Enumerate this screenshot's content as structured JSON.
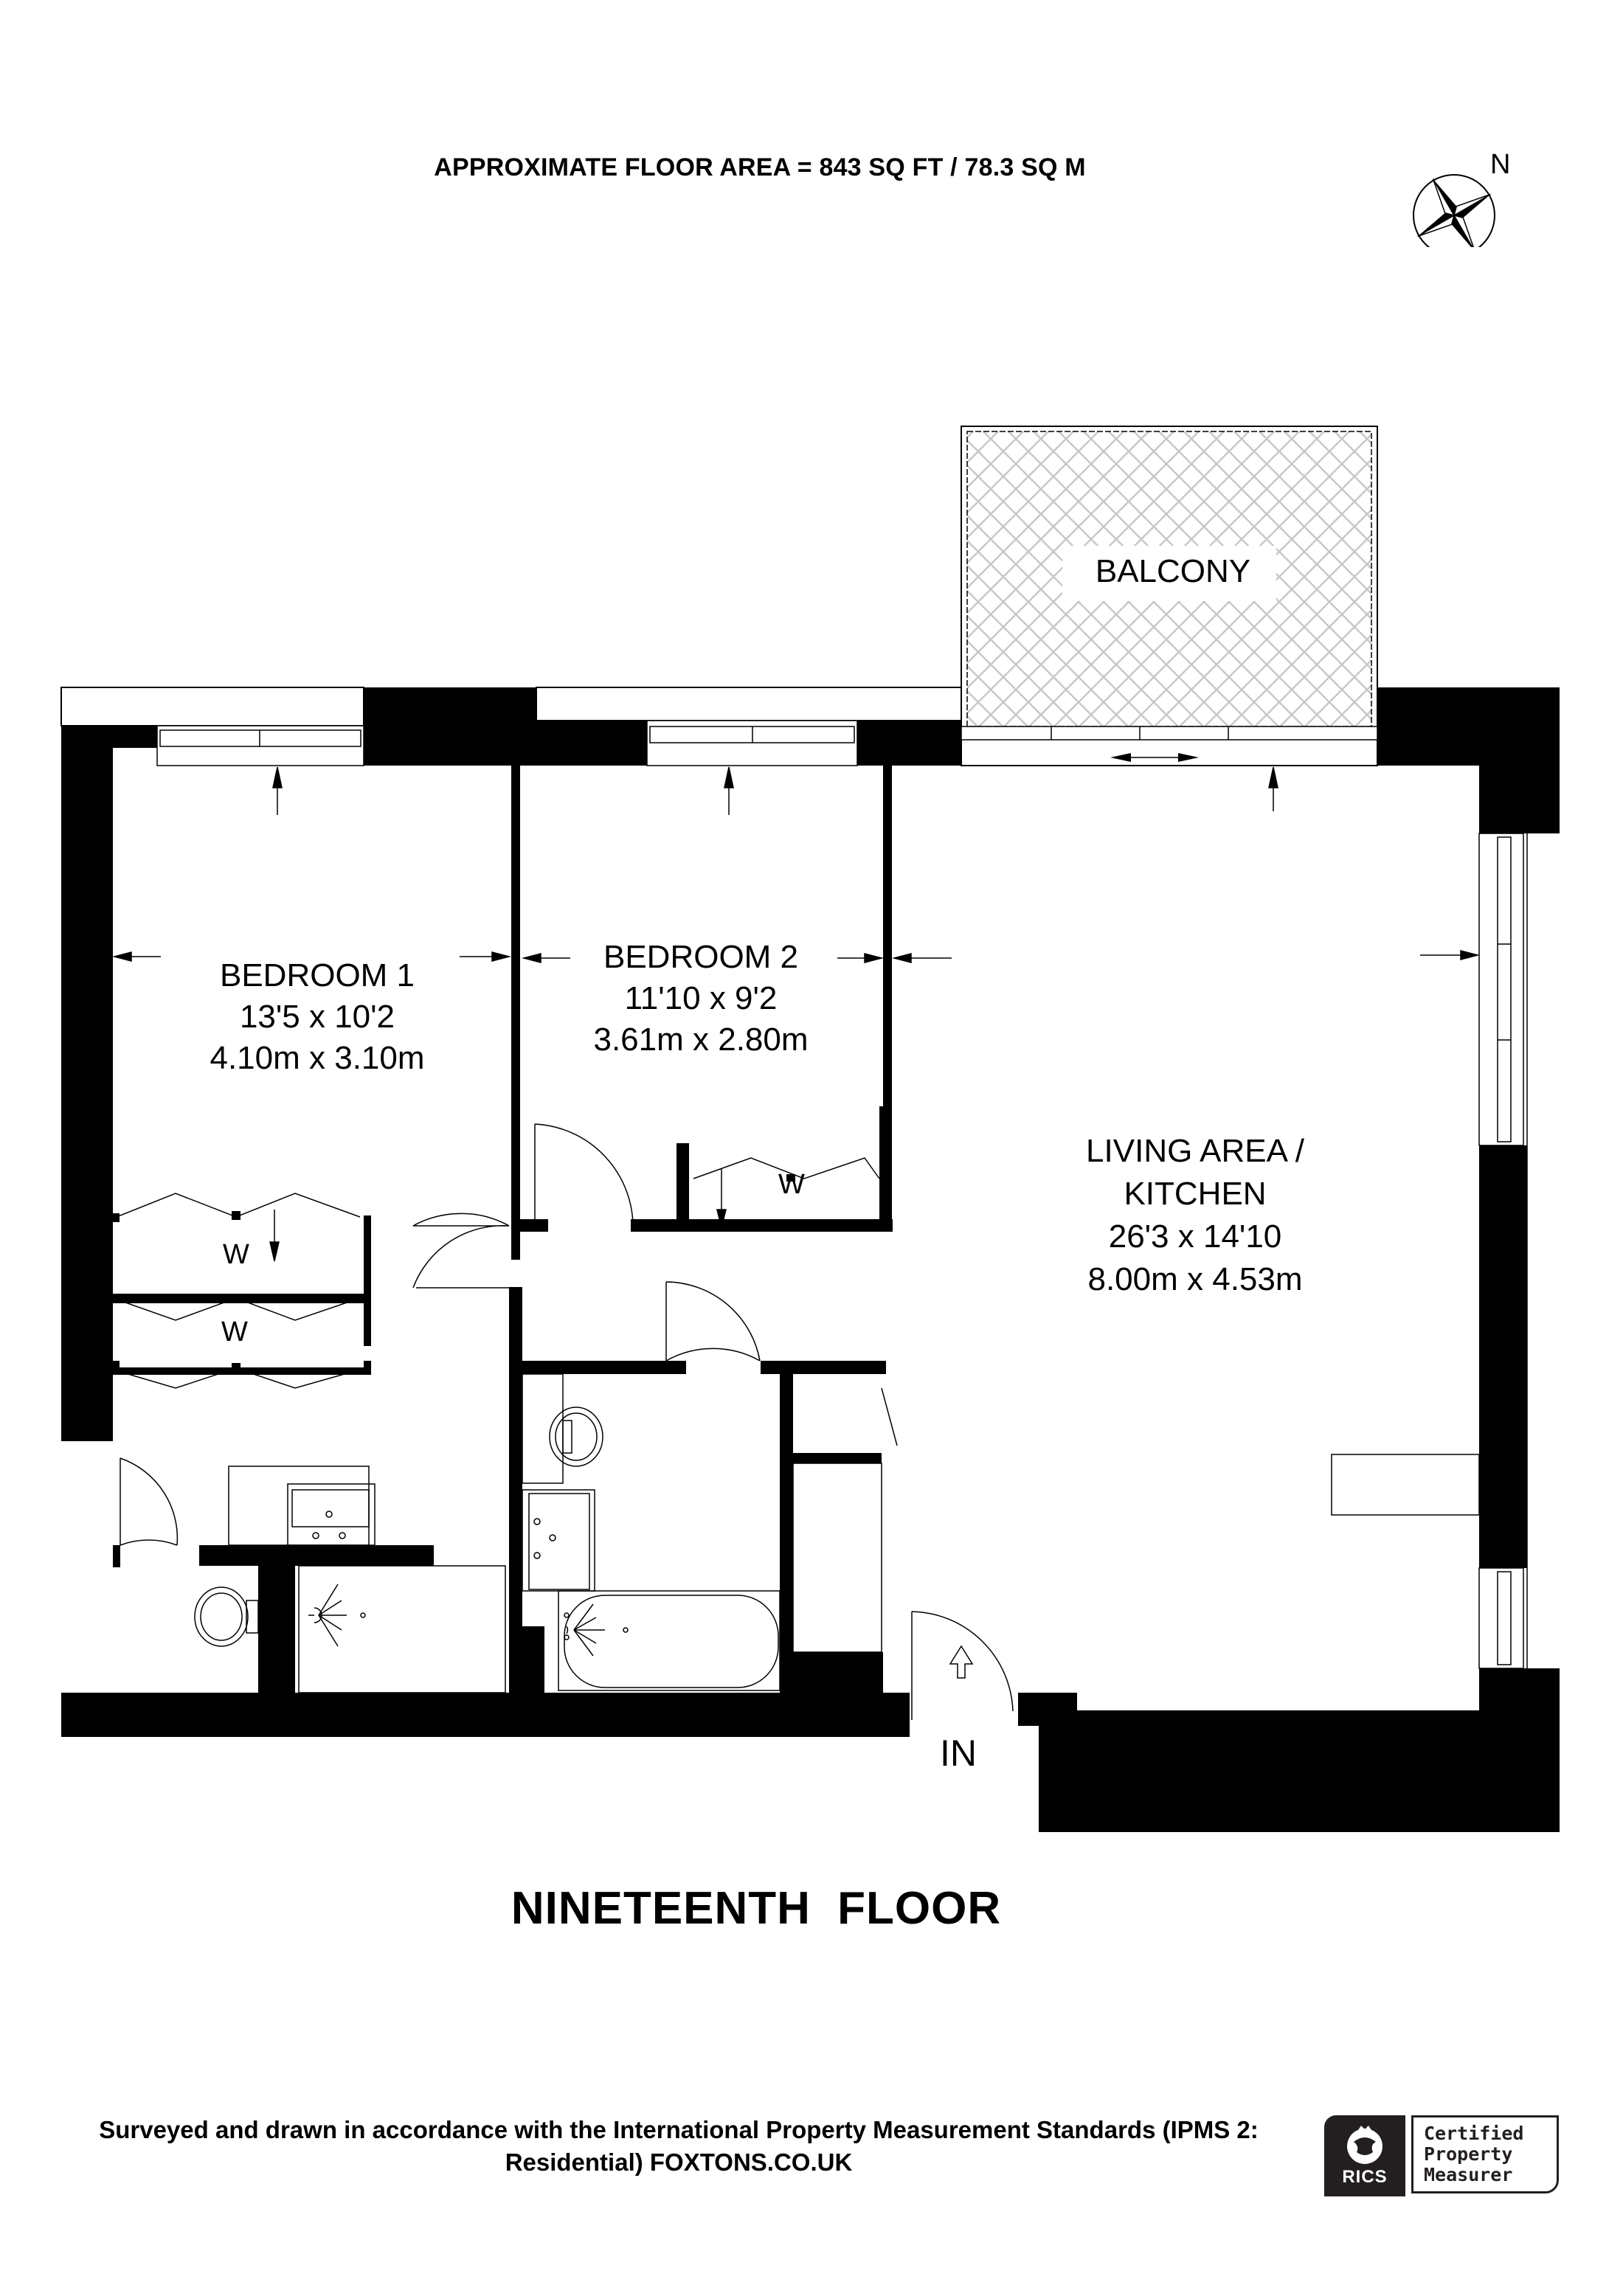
{
  "header": {
    "floor_area": "APPROXIMATE FLOOR AREA = 843 SQ FT / 78.3 SQ M"
  },
  "compass": {
    "north_label": "N",
    "icon": "compass-rose-icon"
  },
  "rooms": {
    "balcony": {
      "name": "BALCONY"
    },
    "bedroom1": {
      "name": "BEDROOM 1",
      "imperial": "13'5 x 10'2",
      "metric": "4.10m x 3.10m"
    },
    "bedroom2": {
      "name": "BEDROOM 2",
      "imperial": "11'10 x 9'2",
      "metric": "3.61m x 2.80m"
    },
    "living": {
      "name_line1": "LIVING AREA /",
      "name_line2": "KITCHEN",
      "imperial": "26'3 x 14'10",
      "metric": "8.00m x 4.53m"
    },
    "wardrobes": [
      "W",
      "W",
      "W"
    ],
    "entrance": "IN"
  },
  "floor": {
    "title": "NINETEENTH  FLOOR"
  },
  "footer": {
    "line1": "Surveyed and drawn in accordance with the International Property Measurement Standards (IPMS 2:",
    "line2": "Residential) FOXTONS.CO.UK"
  },
  "badge": {
    "brand": "RICS",
    "line1": "Certified",
    "line2": "Property",
    "line3": "Measurer"
  },
  "colors": {
    "wall": "#000000",
    "hatch": "#c8c8c8",
    "badge_dark": "#231f20"
  }
}
